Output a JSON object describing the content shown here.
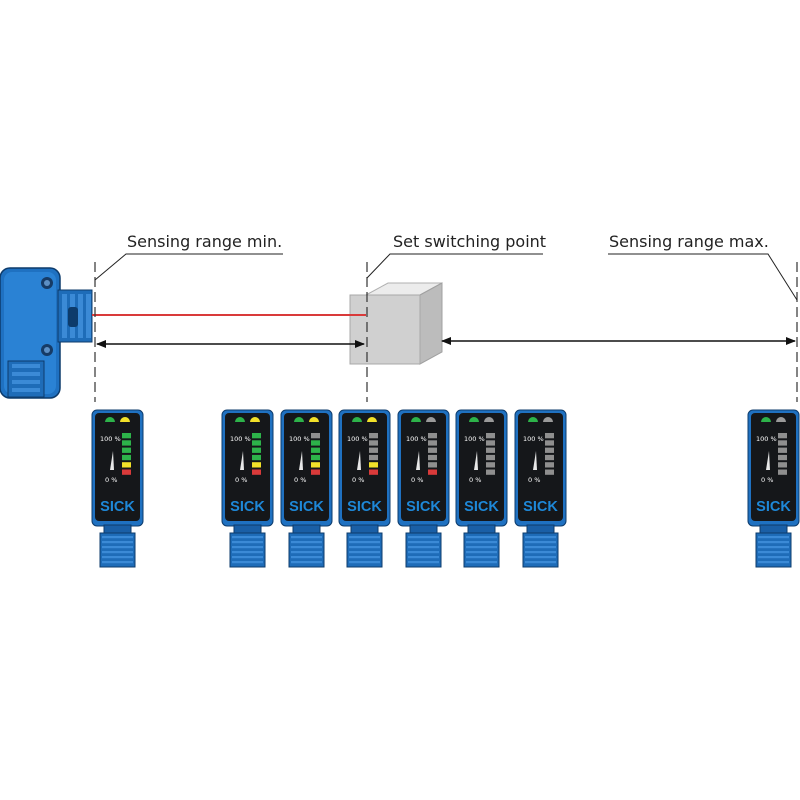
{
  "labels": {
    "range_min": "Sensing range min.",
    "switch_point": "Set switching point",
    "range_max": "Sensing range max."
  },
  "indicator": {
    "top_label": "100 %",
    "bottom_label": "0 %",
    "brand": "SICK"
  },
  "colors": {
    "sensor_blue": "#1f71c1",
    "laser": "#d93a3a",
    "target_box": "#d0d0d0",
    "led_green": "#2db34a",
    "led_yellow": "#f2e12a",
    "led_grey": "#9a9a9a",
    "bar_green": "#2db34a",
    "bar_yellow": "#f2e12a",
    "bar_red": "#d93a3a",
    "bar_off": "#8f8f8f"
  },
  "devices": [
    {
      "green_led": "on",
      "yellow_led": "on",
      "bars": [
        "green",
        "green",
        "green",
        "green",
        "yellow",
        "red"
      ]
    },
    {
      "green_led": "on",
      "yellow_led": "on",
      "bars": [
        "green",
        "green",
        "green",
        "green",
        "yellow",
        "red"
      ]
    },
    {
      "green_led": "on",
      "yellow_led": "on",
      "bars": [
        "off",
        "green",
        "green",
        "green",
        "yellow",
        "red"
      ]
    },
    {
      "green_led": "on",
      "yellow_led": "on",
      "bars": [
        "off",
        "off",
        "off",
        "off",
        "yellow",
        "red"
      ]
    },
    {
      "green_led": "on",
      "yellow_led": "off",
      "bars": [
        "off",
        "off",
        "off",
        "off",
        "off",
        "red"
      ]
    },
    {
      "green_led": "on",
      "yellow_led": "off",
      "bars": [
        "off",
        "off",
        "off",
        "off",
        "off",
        "off"
      ]
    },
    {
      "green_led": "on",
      "yellow_led": "off",
      "bars": [
        "off",
        "off",
        "off",
        "off",
        "off",
        "off"
      ]
    },
    {
      "green_led": "on",
      "yellow_led": "off",
      "bars": [
        "off",
        "off",
        "off",
        "off",
        "off",
        "off"
      ]
    }
  ]
}
